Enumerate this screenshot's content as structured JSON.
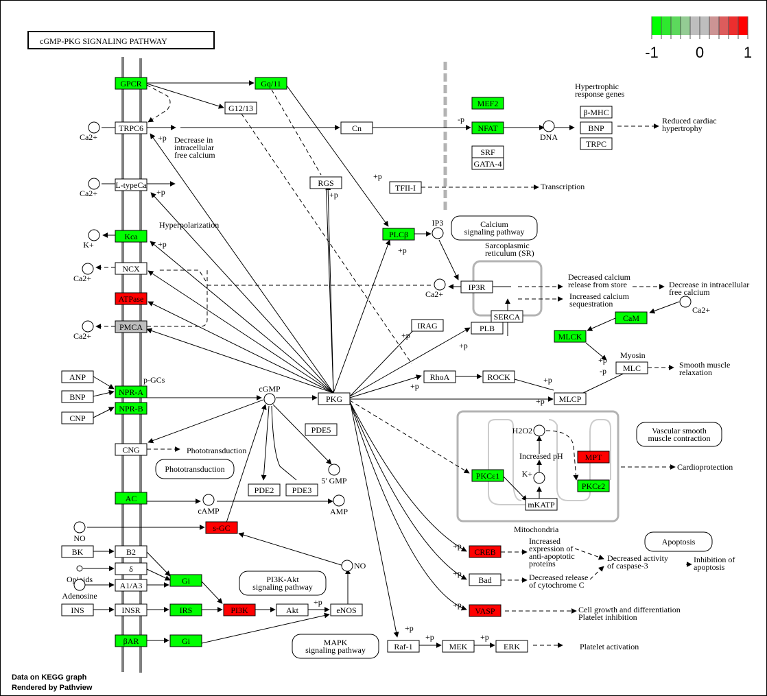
{
  "title": "cGMP-PKG  SIGNALING PATHWAY",
  "footer": {
    "line1": "Data on KEGG graph",
    "line2": "Rendered by Pathview"
  },
  "legend": {
    "colors": [
      "#00ff00",
      "#2ee82e",
      "#5cd95c",
      "#94cc94",
      "#bebebe",
      "#bebebe",
      "#cc9494",
      "#dc5c5c",
      "#ec2e2e",
      "#ff0000"
    ],
    "ticks": [
      "-1",
      "0",
      "1"
    ],
    "range": [
      -1,
      1
    ]
  },
  "colors": {
    "up": "#ff0000",
    "down": "#00ff00",
    "neutral": "#bebebe",
    "none": "#ffffff",
    "membrane": "#808080",
    "compartment": "#b3b3b3"
  },
  "nodes": [
    {
      "id": "GPCR",
      "label": "GPCR",
      "state": "down"
    },
    {
      "id": "Gq11",
      "label": "Gq/11",
      "state": "down"
    },
    {
      "id": "G1213",
      "label": "G12/13",
      "state": "none"
    },
    {
      "id": "TRPC6",
      "label": "TRPC6",
      "state": "none"
    },
    {
      "id": "Cn",
      "label": "Cn",
      "state": "none"
    },
    {
      "id": "MEF2",
      "label": "MEF2",
      "state": "down"
    },
    {
      "id": "NFAT",
      "label": "NFAT",
      "state": "down"
    },
    {
      "id": "SRF",
      "label": "SRF",
      "state": "none"
    },
    {
      "id": "GATA4",
      "label": "GATA-4",
      "state": "none"
    },
    {
      "id": "bMHC",
      "label": "β-MHC",
      "state": "none"
    },
    {
      "id": "BNP2",
      "label": "BNP",
      "state": "none"
    },
    {
      "id": "TRPC",
      "label": "TRPC",
      "state": "none"
    },
    {
      "id": "LtypeCa",
      "label": "L-typeCa",
      "state": "none"
    },
    {
      "id": "RGS",
      "label": "RGS",
      "state": "none"
    },
    {
      "id": "TFIII",
      "label": "TFII-I",
      "state": "none"
    },
    {
      "id": "Kca",
      "label": "Kca",
      "state": "down"
    },
    {
      "id": "PLCb",
      "label": "PLCβ",
      "state": "down"
    },
    {
      "id": "NCX",
      "label": "NCX",
      "state": "none"
    },
    {
      "id": "IP3R",
      "label": "IP3R",
      "state": "none"
    },
    {
      "id": "ATPase",
      "label": "ATPase",
      "state": "up"
    },
    {
      "id": "SERCA",
      "label": "SERCA",
      "state": "none"
    },
    {
      "id": "PMCA",
      "label": "PMCA",
      "state": "neutral"
    },
    {
      "id": "IRAG",
      "label": "IRAG",
      "state": "none"
    },
    {
      "id": "PLB",
      "label": "PLB",
      "state": "none"
    },
    {
      "id": "CaM",
      "label": "CaM",
      "state": "down"
    },
    {
      "id": "MLCK",
      "label": "MLCK",
      "state": "down"
    },
    {
      "id": "MLC",
      "label": "MLC",
      "state": "none"
    },
    {
      "id": "ANP",
      "label": "ANP",
      "state": "none"
    },
    {
      "id": "BNP",
      "label": "BNP",
      "state": "none"
    },
    {
      "id": "CNP",
      "label": "CNP",
      "state": "none"
    },
    {
      "id": "NPRA",
      "label": "NPR-A",
      "state": "down"
    },
    {
      "id": "NPRB",
      "label": "NPR-B",
      "state": "down"
    },
    {
      "id": "PKG",
      "label": "PKG",
      "state": "none"
    },
    {
      "id": "RhoA",
      "label": "RhoA",
      "state": "none"
    },
    {
      "id": "ROCK",
      "label": "ROCK",
      "state": "none"
    },
    {
      "id": "MLCP",
      "label": "MLCP",
      "state": "none"
    },
    {
      "id": "PDE5",
      "label": "PDE5",
      "state": "none"
    },
    {
      "id": "CNG",
      "label": "CNG",
      "state": "none"
    },
    {
      "id": "MPT",
      "label": "MPT",
      "state": "up"
    },
    {
      "id": "PKCe1",
      "label": "PKCε1",
      "state": "down"
    },
    {
      "id": "PKCe2",
      "label": "PKCε2",
      "state": "down"
    },
    {
      "id": "mKATP",
      "label": "mKATP",
      "state": "none"
    },
    {
      "id": "AC",
      "label": "AC",
      "state": "down"
    },
    {
      "id": "PDE2",
      "label": "PDE2",
      "state": "none"
    },
    {
      "id": "PDE3",
      "label": "PDE3",
      "state": "none"
    },
    {
      "id": "sGC",
      "label": "s-GC",
      "state": "up"
    },
    {
      "id": "BK",
      "label": "BK",
      "state": "none"
    },
    {
      "id": "B2",
      "label": "B2",
      "state": "none"
    },
    {
      "id": "delta",
      "label": "δ",
      "state": "none"
    },
    {
      "id": "A1A3",
      "label": "A1/A3",
      "state": "none"
    },
    {
      "id": "Gi1",
      "label": "Gi",
      "state": "down"
    },
    {
      "id": "CREB",
      "label": "CREB",
      "state": "up"
    },
    {
      "id": "Bad",
      "label": "Bad",
      "state": "none"
    },
    {
      "id": "INS",
      "label": "INS",
      "state": "none"
    },
    {
      "id": "INSR",
      "label": "INSR",
      "state": "none"
    },
    {
      "id": "IRS",
      "label": "IRS",
      "state": "down"
    },
    {
      "id": "PI3K",
      "label": "PI3K",
      "state": "up"
    },
    {
      "id": "Akt",
      "label": "Akt",
      "state": "none"
    },
    {
      "id": "eNOS",
      "label": "eNOS",
      "state": "none"
    },
    {
      "id": "VASP",
      "label": "VASP",
      "state": "up"
    },
    {
      "id": "bAR",
      "label": "βAR",
      "state": "down"
    },
    {
      "id": "Gi2",
      "label": "Gi",
      "state": "down"
    },
    {
      "id": "Raf1",
      "label": "Raf-1",
      "state": "none"
    },
    {
      "id": "MEK",
      "label": "MEK",
      "state": "none"
    },
    {
      "id": "ERK",
      "label": "ERK",
      "state": "none"
    }
  ],
  "compounds": [
    {
      "id": "Ca1",
      "label": "Ca2+"
    },
    {
      "id": "Ca2",
      "label": "Ca2+"
    },
    {
      "id": "K",
      "label": "K+"
    },
    {
      "id": "Ca3",
      "label": "Ca2+"
    },
    {
      "id": "Ca4",
      "label": "Ca2+"
    },
    {
      "id": "DNA",
      "label": "DNA"
    },
    {
      "id": "IP3",
      "label": "IP3"
    },
    {
      "id": "CaSR",
      "label": "Ca2+"
    },
    {
      "id": "CaR",
      "label": "Ca2+"
    },
    {
      "id": "cGMP",
      "label": "cGMP"
    },
    {
      "id": "GMP5",
      "label": "5' GMP"
    },
    {
      "id": "cAMP",
      "label": "cAMP"
    },
    {
      "id": "AMP",
      "label": "AMP"
    },
    {
      "id": "NO1",
      "label": "NO"
    },
    {
      "id": "NO2",
      "label": "NO"
    },
    {
      "id": "Opioids",
      "label": "Opioids"
    },
    {
      "id": "Adenosine",
      "label": "Adenosine"
    },
    {
      "id": "H2O2",
      "label": "H2O2"
    },
    {
      "id": "Kmito",
      "label": "K+"
    }
  ],
  "pathway_links": [
    {
      "id": "calcium",
      "lines": [
        "Calcium",
        "signaling pathway"
      ]
    },
    {
      "id": "photo",
      "lines": [
        "Phototransduction"
      ]
    },
    {
      "id": "vascular",
      "lines": [
        "Vascular smooth",
        "muscle contraction"
      ]
    },
    {
      "id": "apoptosis",
      "lines": [
        "Apoptosis"
      ]
    },
    {
      "id": "pi3k",
      "lines": [
        "PI3K-Akt",
        "signaling pathway"
      ]
    },
    {
      "id": "mapk",
      "lines": [
        "MAPK",
        "signaling pathway"
      ]
    }
  ],
  "labels": [
    {
      "id": "hyper_genes",
      "lines": [
        "Hypertrophic",
        "response genes"
      ]
    },
    {
      "id": "reduced_hyper",
      "lines": [
        "Reduced cardiac",
        "hypertrophy"
      ]
    },
    {
      "id": "decrease_free_ca",
      "lines": [
        "Decrease in",
        "intracellular",
        "free calcium"
      ]
    },
    {
      "id": "transcription",
      "lines": [
        "Transcription"
      ]
    },
    {
      "id": "hyperpol",
      "lines": [
        "Hyperpolarization"
      ]
    },
    {
      "id": "sr",
      "lines": [
        "Sarcoplasmic",
        "reticulum (SR)"
      ]
    },
    {
      "id": "dec_release",
      "lines": [
        "Decreased calcium",
        "release from store"
      ]
    },
    {
      "id": "inc_seq",
      "lines": [
        "Increased calcium",
        "sequestration"
      ]
    },
    {
      "id": "dec_intra",
      "lines": [
        "Decrease in intracellular",
        "free calcium"
      ]
    },
    {
      "id": "myosin",
      "lines": [
        "Myosin"
      ]
    },
    {
      "id": "smooth_relax",
      "lines": [
        "Smooth muscle",
        "relaxation"
      ]
    },
    {
      "id": "pgcs",
      "lines": [
        "p-GCs"
      ]
    },
    {
      "id": "phototrans_out",
      "lines": [
        "Phototransduction"
      ]
    },
    {
      "id": "inc_ph",
      "lines": [
        "Increased pH"
      ]
    },
    {
      "id": "mito",
      "lines": [
        "Mitochondria"
      ]
    },
    {
      "id": "cardioprot",
      "lines": [
        "Cardioprotection"
      ]
    },
    {
      "id": "inc_expr",
      "lines": [
        "Increased",
        "expression of",
        "anti-apoptotic",
        "proteins"
      ]
    },
    {
      "id": "dec_casp",
      "lines": [
        "Decreased activity",
        "of caspase-3"
      ]
    },
    {
      "id": "inhib_apop",
      "lines": [
        "Inhibition of",
        "apoptosis"
      ]
    },
    {
      "id": "dec_cytc",
      "lines": [
        "Decreased release",
        "of cytochrome C"
      ]
    },
    {
      "id": "cell_growth",
      "lines": [
        "Cell growth and differentiation",
        "Platelet inhibition"
      ]
    },
    {
      "id": "platelet_act",
      "lines": [
        "Platelet activation"
      ]
    }
  ],
  "modifiers": [
    "+p",
    "-p"
  ]
}
